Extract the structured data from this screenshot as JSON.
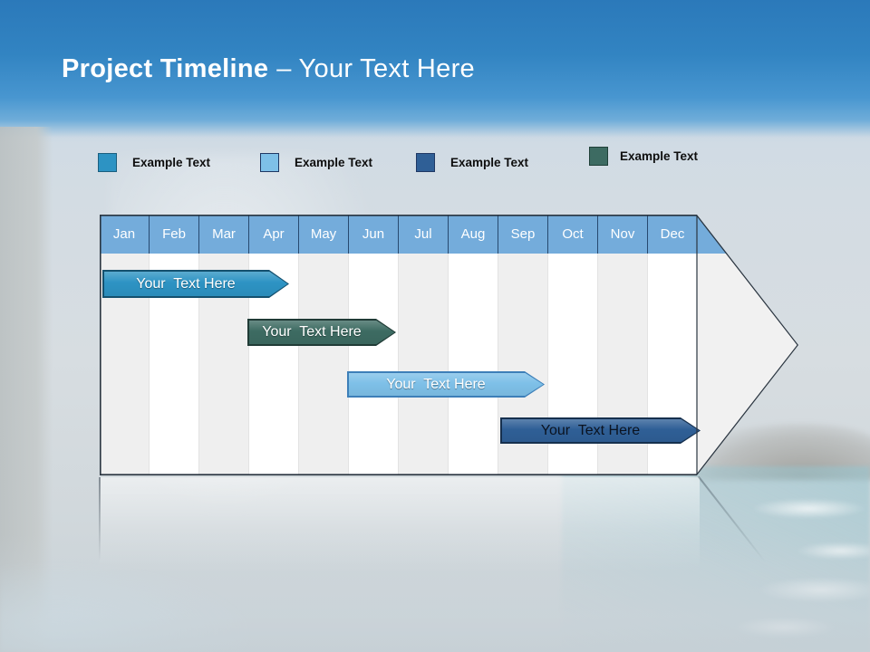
{
  "title": {
    "emphasis": "Project Timeline",
    "rest": "– Your Text Here",
    "full": "Project Timeline – Your Text Here"
  },
  "legend": {
    "items": [
      {
        "label": "Example Text",
        "color": "#2D93C3",
        "border_color": "#1A5E7E"
      },
      {
        "label": "Example Text",
        "color": "#7EC0E8",
        "border_color": "#1F3864"
      },
      {
        "label": "Example Text",
        "color": "#2F5F96",
        "border_color": "#1F3864"
      },
      {
        "label": "Example Text",
        "color": "#3D6B62",
        "border_color": "#1F4038"
      }
    ]
  },
  "timeline": {
    "months": [
      "Jan",
      "Feb",
      "Mar",
      "Apr",
      "May",
      "Jun",
      "Jul",
      "Aug",
      "Sep",
      "Oct",
      "Nov",
      "Dec"
    ],
    "header_color": "#74ACDB",
    "bars": [
      {
        "label": "Your  Text Here",
        "fill": "#2D93C3",
        "stroke": "#14506E",
        "text_color": "#FFFFFF",
        "start_month": "Jan",
        "end_month": "Apr"
      },
      {
        "label": "Your  Text Here",
        "fill": "#3D6B62",
        "stroke": "#203B36",
        "text_color": "#FFFFFF",
        "start_month": "Apr",
        "end_month": "Jun"
      },
      {
        "label": "Your  Text Here",
        "fill": "#7EC0E8",
        "stroke": "#3D7FB8",
        "text_color": "#FFFFFF",
        "start_month": "Jun",
        "end_month": "Sep"
      },
      {
        "label": "Your  Text Here",
        "fill": "#2F5F96",
        "stroke": "#16304E",
        "text_color": "#0B1320",
        "start_month": "Sep",
        "end_month": "Dec"
      }
    ]
  }
}
